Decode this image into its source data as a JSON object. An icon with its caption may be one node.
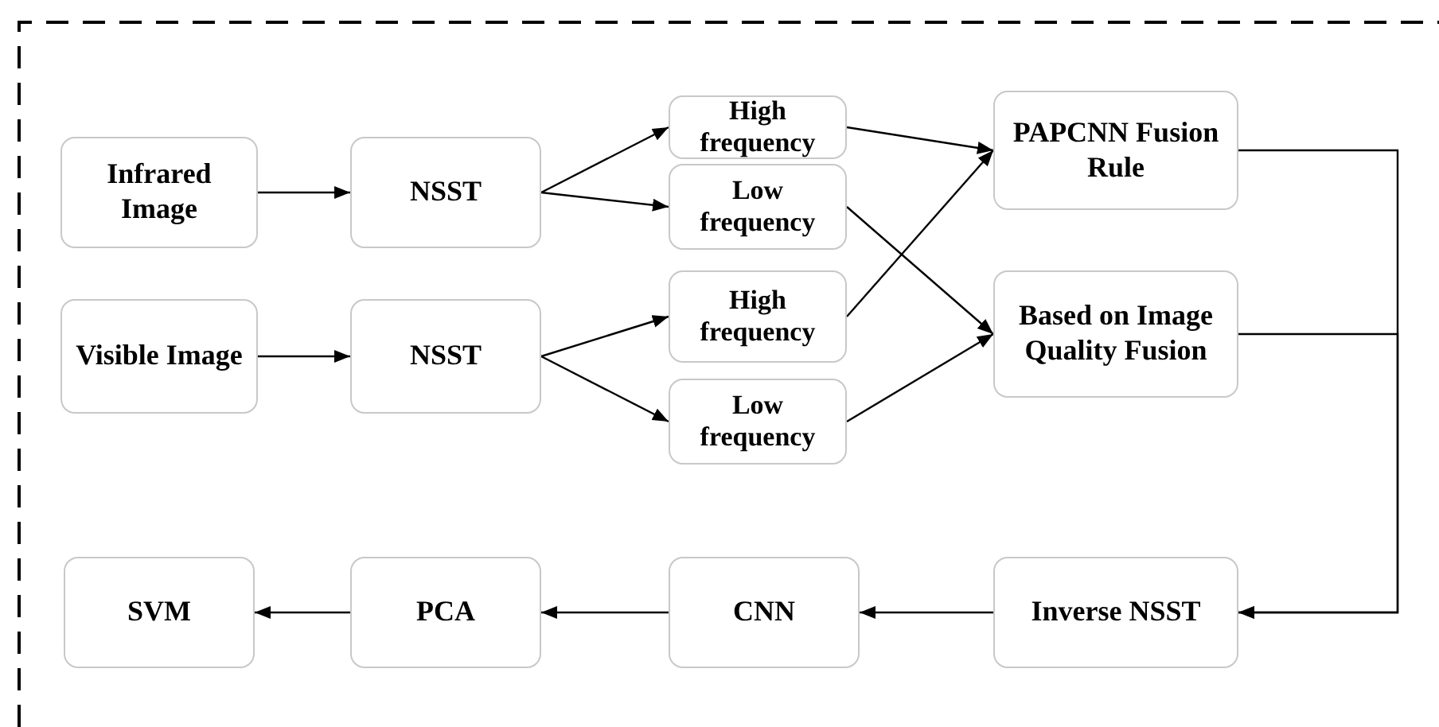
{
  "diagram": {
    "nodes": [
      {
        "text": [
          "Infrared Image"
        ]
      },
      {
        "text": [
          "NSST"
        ]
      },
      {
        "text": [
          "High frequency"
        ]
      },
      {
        "text": [
          "Low frequency"
        ]
      },
      {
        "text": [
          "PAPCNN Fusion Rule"
        ]
      },
      {
        "text": [
          "Visible Image"
        ]
      },
      {
        "text": [
          "NSST"
        ]
      },
      {
        "text": [
          "High frequency"
        ]
      },
      {
        "text": [
          "Low frequency"
        ]
      },
      {
        "text": [
          "Based on Image Quality Fusion"
        ]
      },
      {
        "text": [
          "SVM"
        ]
      },
      {
        "text": [
          "PCA"
        ]
      },
      {
        "text": [
          "CNN"
        ]
      },
      {
        "text": [
          "Inverse NSST"
        ]
      }
    ],
    "edges": [
      {
        "from": 0,
        "to": 1,
        "arrow": "to"
      },
      {
        "from": 1,
        "to": 2,
        "arrow": "to"
      },
      {
        "from": 1,
        "to": 3,
        "arrow": "to"
      },
      {
        "from": 2,
        "to": 4,
        "arrow": "to"
      },
      {
        "from": 3,
        "to": 9,
        "arrow": "to"
      },
      {
        "from": 5,
        "to": 6,
        "arrow": "to"
      },
      {
        "from": 6,
        "to": 7,
        "arrow": "to"
      },
      {
        "from": 6,
        "to": 8,
        "arrow": "to"
      },
      {
        "from": 7,
        "to": 4,
        "arrow": "to"
      },
      {
        "from": 8,
        "to": 9,
        "arrow": "to"
      },
      {
        "from": 4,
        "to": 13,
        "arrow": "to"
      },
      {
        "from": 9,
        "to": 13,
        "arrow": "to"
      },
      {
        "from": 13,
        "to": 12,
        "arrow": "to"
      },
      {
        "from": 12,
        "to": 11,
        "arrow": "to"
      },
      {
        "from": 11,
        "to": 10,
        "arrow": "to"
      }
    ]
  }
}
